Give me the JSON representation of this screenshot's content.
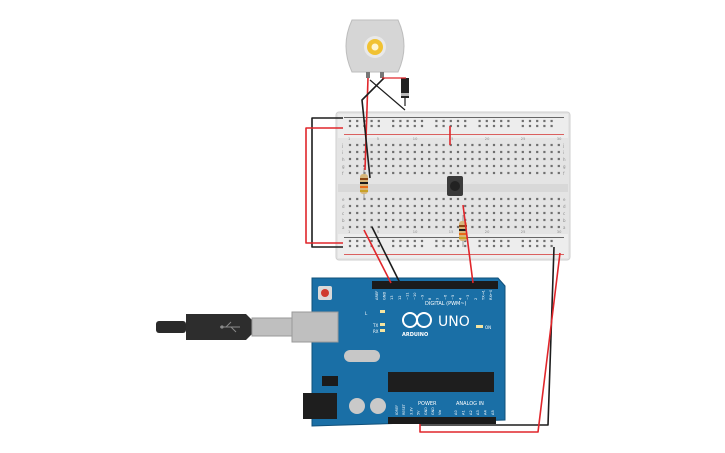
{
  "colors": {
    "wire_red": "#e0262b",
    "wire_black": "#1d1d1d",
    "board_blue": "#1a6fa6",
    "breadboard": "#e6e6e6",
    "motor_body": "#d2d2d2",
    "motor_gear": "#f1c232"
  },
  "arduino": {
    "model_label": "UNO",
    "brand_label": "ARDUINO",
    "digital_label": "DIGITAL (PWM~)",
    "power_label": "POWER",
    "analog_label": "ANALOG IN",
    "aref_label": "AREF",
    "gnd_label": "GND",
    "led_l_label": "L",
    "led_tx_label": "TX",
    "led_rx_label": "RX",
    "on_label": "ON",
    "digital_pins": [
      "13",
      "12",
      "~11",
      "~10",
      "~9",
      "8",
      "7",
      "~6",
      "~5",
      "4",
      "~3",
      "2",
      "TX→1",
      "RX←0"
    ],
    "power_pins": [
      "IOREF",
      "RESET",
      "3.3V",
      "5V",
      "GND",
      "GND",
      "Vin"
    ],
    "analog_pins": [
      "A0",
      "A1",
      "A2",
      "A3",
      "A4",
      "A5"
    ]
  },
  "breadboard": {
    "row_letters_top": [
      "j",
      "i",
      "h",
      "g",
      "f"
    ],
    "row_letters_bottom": [
      "e",
      "d",
      "c",
      "b",
      "a"
    ],
    "column_numbers": [
      "1",
      "5",
      "10",
      "15",
      "20",
      "25",
      "30"
    ]
  },
  "components": {
    "motor": "dc-motor",
    "diode": "diode",
    "pushbutton": "pushbutton",
    "resistors": [
      "resistor-motor",
      "resistor-button"
    ],
    "usb": "usb-cable"
  }
}
